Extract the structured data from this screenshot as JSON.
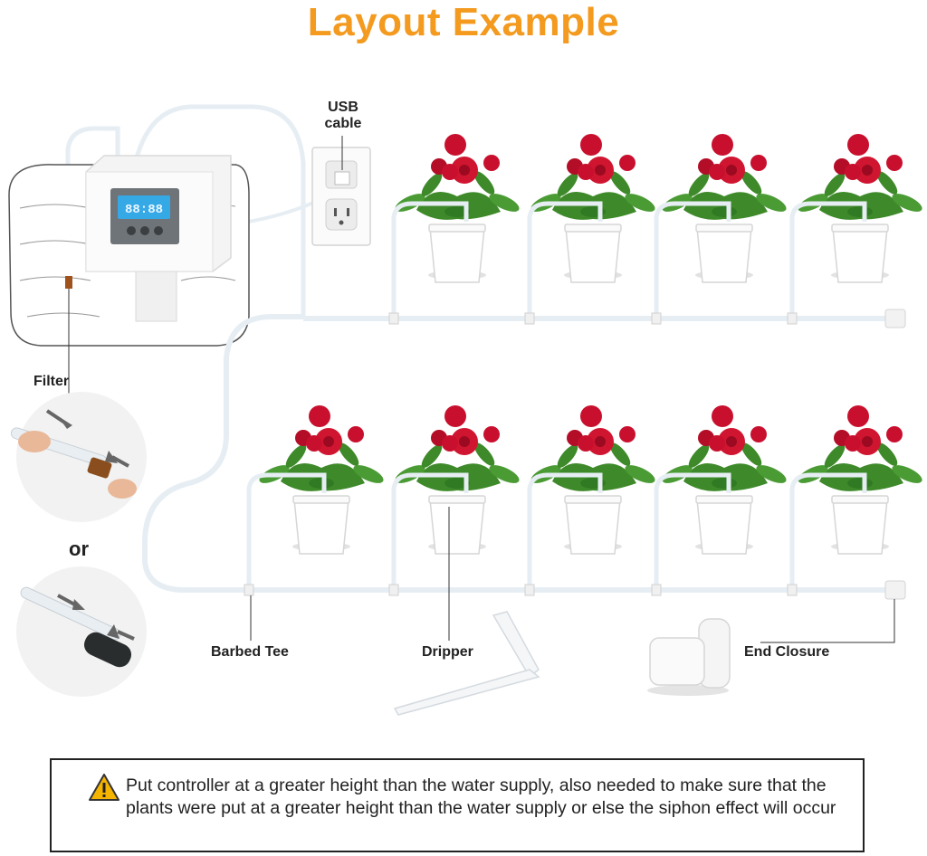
{
  "title": "Layout Example",
  "colors": {
    "title": "#f39a1f",
    "flower": "#c8102e",
    "leaf": "#3e8a2a",
    "tube": "#e6eef4",
    "lcd": "#35a8e6",
    "warning": "#f5b400"
  },
  "labels": {
    "usb_line1": "USB",
    "usb_line2": "cable",
    "filter": "Filter",
    "or": "or",
    "barbed_tee": "Barbed Tee",
    "dripper": "Dripper",
    "end_closure": "End Closure"
  },
  "controller": {
    "display": "88:88"
  },
  "note": {
    "icon": "warning-icon",
    "text": "Put controller at a greater height than the water supply, also needed to make sure that the plants were put at a greater height than the water supply or else the siphon effect will occur"
  }
}
